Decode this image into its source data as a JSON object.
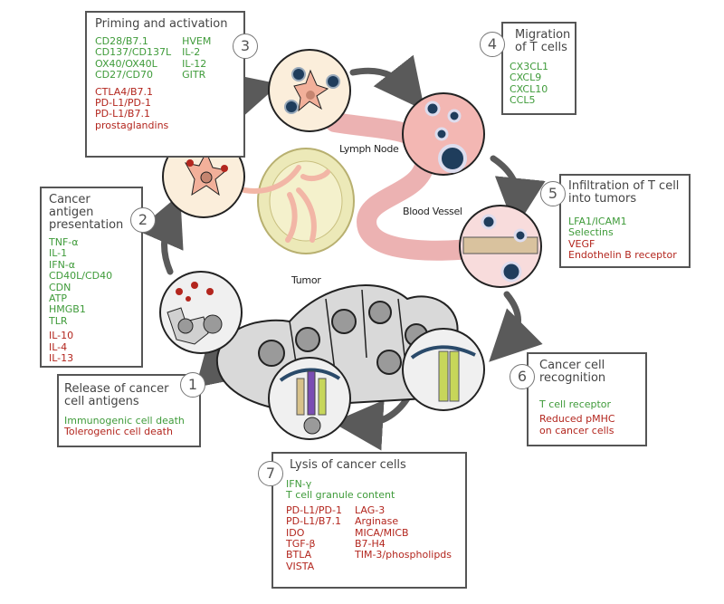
{
  "colors": {
    "green": "#3f9b3a",
    "red": "#b3261e",
    "border": "#555555",
    "arrow": "#5a5a5a"
  },
  "steps": [
    {
      "number": "1",
      "title": "Release of cancer cell antigens",
      "green": [
        "Immunogenic cell death"
      ],
      "red": [
        "Tolerogenic cell death"
      ]
    },
    {
      "number": "2",
      "title": "Cancer antigen presentation",
      "green": [
        "TNF-α",
        "IL-1",
        "IFN-α",
        "CD40L/CD40",
        "CDN",
        "ATP",
        "HMGB1",
        "TLR"
      ],
      "red": [
        "IL-10",
        "IL-4",
        "IL-13"
      ]
    },
    {
      "number": "3",
      "title": "Priming and activation",
      "green": [
        "CD28/B7.1",
        "CD137/CD137L",
        "OX40/OX40L",
        "CD27/CD70"
      ],
      "green2": [
        "HVEM",
        "IL-2",
        "IL-12",
        "GITR"
      ],
      "red": [
        "CTLA4/B7.1",
        "PD-L1/PD-1",
        "PD-L1/B7.1",
        "prostaglandins"
      ]
    },
    {
      "number": "4",
      "title": "Migration of T cells",
      "green": [
        "CX3CL1",
        "CXCL9",
        "CXCL10",
        "CCL5"
      ],
      "red": []
    },
    {
      "number": "5",
      "title": "Infiltration of T cell into tumors",
      "green": [
        "LFA1/ICAM1",
        "Selectins"
      ],
      "red": [
        "VEGF",
        "Endothelin B receptor"
      ]
    },
    {
      "number": "6",
      "title": "Cancer cell recognition",
      "green": [
        "T cell receptor"
      ],
      "red": [
        "Reduced pMHC on cancer cells"
      ]
    },
    {
      "number": "7",
      "title": "Lysis of cancer cells",
      "green": [
        "IFN-γ",
        "T cell granule content"
      ],
      "red": [
        "PD-L1/PD-1",
        "PD-L1/B7.1",
        "IDO",
        "TGF-β",
        "BTLA",
        "VISTA"
      ],
      "red2": [
        "LAG-3",
        "Arginase",
        "MICA/MICB",
        "B7-H4",
        "TIM-3/phospholipds"
      ]
    }
  ],
  "labels": {
    "lymph_node": "Lymph Node",
    "blood_vessel": "Blood Vessel",
    "tumor": "Tumor"
  }
}
